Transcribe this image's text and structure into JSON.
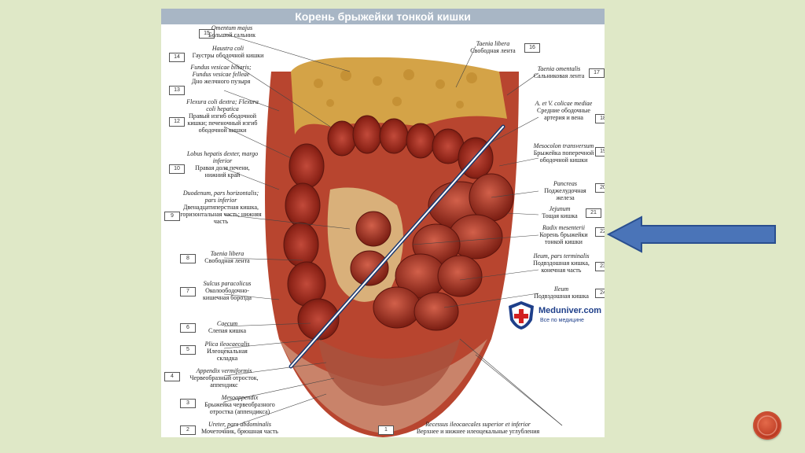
{
  "title": "Корень брыжейки тонкой кишки",
  "logo": {
    "name": "Meduniver.com",
    "tagline": "Все по медицине"
  },
  "icons": {
    "arrow": "arrow-left-icon",
    "nav": "next-slide-icon"
  },
  "colors": {
    "background": "#dfe8c7",
    "arrow": "#4a74b8",
    "title_bar": "#a8b6c5"
  },
  "labels_left": [
    {
      "num": "15",
      "latin": "Omentum majus",
      "russian": "Большой сальник"
    },
    {
      "num": "14",
      "latin": "Haustra coli",
      "russian": "Гаустры ободочной кишки"
    },
    {
      "num": "13",
      "latin": "Fundus vesicae biliaris; Fundus vesicae felleae",
      "russian": "Дно желчного пузыря"
    },
    {
      "num": "12",
      "latin": "Flexura coli dextra; Flexura coli hepatica",
      "russian": "Правый изгиб ободочной кишки; печеночный изгиб ободочной кишки"
    },
    {
      "num": "10",
      "latin": "Lobus hepatis dexter, margo inferior",
      "russian": "Правая доля печени, нижний край"
    },
    {
      "num": "9",
      "latin": "Duodenum, pars horizontalis; pars inferior",
      "russian": "Двенадцатиперстная кишка, горизонтальная часть; нижняя часть"
    },
    {
      "num": "8",
      "latin": "Taenia libera",
      "russian": "Свободная лента"
    },
    {
      "num": "7",
      "latin": "Sulcus paracolicus",
      "russian": "Околоободочно-кишечная борозда"
    },
    {
      "num": "6",
      "latin": "Caecum",
      "russian": "Слепая кишка"
    },
    {
      "num": "5",
      "latin": "Plica ileocaecalis",
      "russian": "Илеоцекальная складка"
    },
    {
      "num": "4",
      "latin": "Appendix vermiformis",
      "russian": "Червеобразный отросток, аппендикс"
    },
    {
      "num": "3",
      "latin": "Mesoappendix",
      "russian": "Брыжейка червеобразного отростка (аппендикса)"
    },
    {
      "num": "2",
      "latin": "Ureter, pars abdominalis",
      "russian": "Мочеточник, брюшная часть"
    }
  ],
  "labels_right": [
    {
      "num": "16",
      "latin": "Taenia libera",
      "russian": "Свободная лента"
    },
    {
      "num": "17",
      "latin": "Taenia omentalis",
      "russian": "Сальниковая лента"
    },
    {
      "num": "18",
      "latin": "A. et V. colicae mediae",
      "russian": "Средние ободочные артерия и вена"
    },
    {
      "num": "19",
      "latin": "Mesocolon transversum",
      "russian": "Брыжейка поперечной ободочной кишки"
    },
    {
      "num": "20",
      "latin": "Pancreas",
      "russian": "Поджелудочная железа"
    },
    {
      "num": "21",
      "latin": "Jejunum",
      "russian": "Тощая кишка"
    },
    {
      "num": "22",
      "latin": "Radix mesenterii",
      "russian": "Корень брыжейки тонкой кишки"
    },
    {
      "num": "23",
      "latin": "Ileum, pars terminalis",
      "russian": "Подвздошная кишка, конечная часть"
    },
    {
      "num": "24",
      "latin": "Ileum",
      "russian": "Подвздошная кишка"
    },
    {
      "num": "1",
      "latin": "Recessus ileocaecales superior et inferior",
      "russian": "Верхнее и нижнее илеоцекальные углубления"
    }
  ]
}
